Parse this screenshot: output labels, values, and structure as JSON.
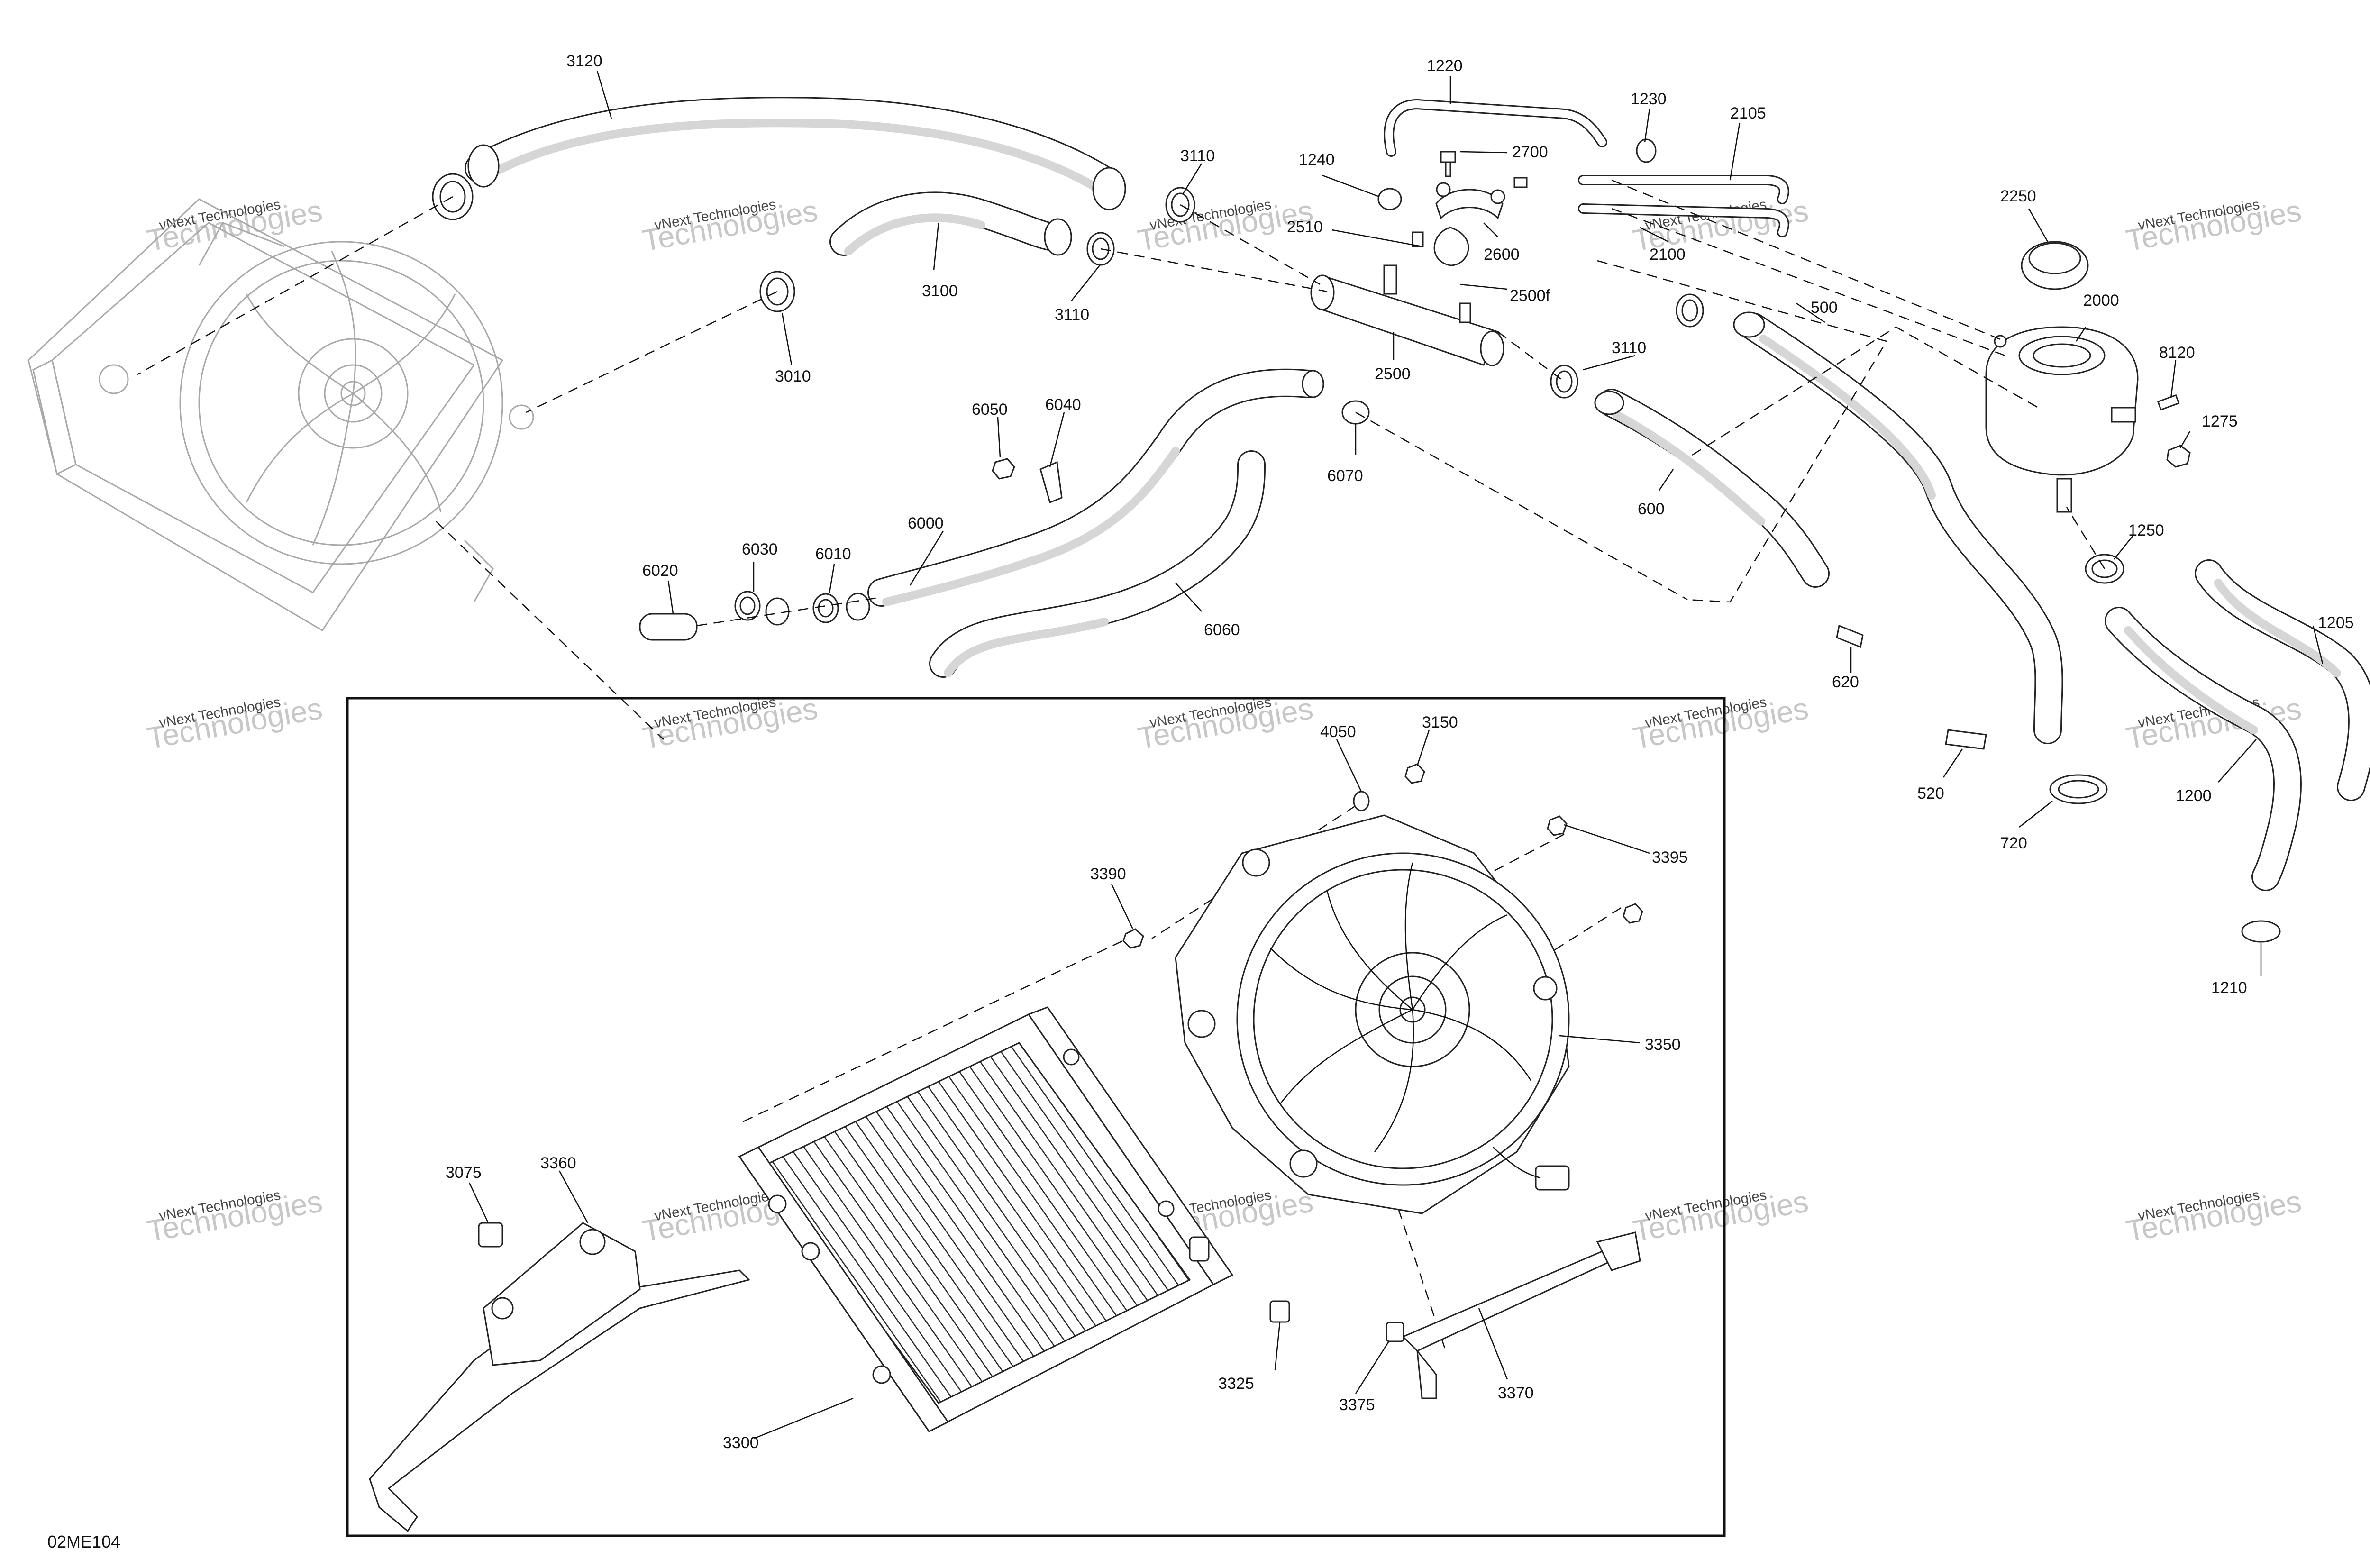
{
  "drawing_code": "02ME104",
  "watermark": {
    "big": "Technologies",
    "small": "vNext Technologies"
  },
  "parts": [
    {
      "id": "p3120",
      "label": "3120"
    },
    {
      "id": "p1220",
      "label": "1220"
    },
    {
      "id": "p1230",
      "label": "1230"
    },
    {
      "id": "p2105",
      "label": "2105"
    },
    {
      "id": "p2700",
      "label": "2700"
    },
    {
      "id": "p1240",
      "label": "1240"
    },
    {
      "id": "p3110a",
      "label": "3110"
    },
    {
      "id": "p2510",
      "label": "2510"
    },
    {
      "id": "p2600",
      "label": "2600"
    },
    {
      "id": "p2100",
      "label": "2100"
    },
    {
      "id": "p2250",
      "label": "2250"
    },
    {
      "id": "p3100",
      "label": "3100"
    },
    {
      "id": "p3110b",
      "label": "3110"
    },
    {
      "id": "p2500f",
      "label": "2500f"
    },
    {
      "id": "p500",
      "label": "500"
    },
    {
      "id": "p2000",
      "label": "2000"
    },
    {
      "id": "p3010",
      "label": "3010"
    },
    {
      "id": "p2500",
      "label": "2500"
    },
    {
      "id": "p3110c",
      "label": "3110"
    },
    {
      "id": "p8120",
      "label": "8120"
    },
    {
      "id": "p1275",
      "label": "1275"
    },
    {
      "id": "p6050",
      "label": "6050"
    },
    {
      "id": "p6040",
      "label": "6040"
    },
    {
      "id": "p6070",
      "label": "6070"
    },
    {
      "id": "p600",
      "label": "600"
    },
    {
      "id": "p6000",
      "label": "6000"
    },
    {
      "id": "p1250",
      "label": "1250"
    },
    {
      "id": "p6020",
      "label": "6020"
    },
    {
      "id": "p6030",
      "label": "6030"
    },
    {
      "id": "p6010",
      "label": "6010"
    },
    {
      "id": "p1205",
      "label": "1205"
    },
    {
      "id": "p6060",
      "label": "6060"
    },
    {
      "id": "p620",
      "label": "620"
    },
    {
      "id": "p520",
      "label": "520"
    },
    {
      "id": "p720",
      "label": "720"
    },
    {
      "id": "p1200",
      "label": "1200"
    },
    {
      "id": "p4050",
      "label": "4050"
    },
    {
      "id": "p3150",
      "label": "3150"
    },
    {
      "id": "p3395",
      "label": "3395"
    },
    {
      "id": "p3390",
      "label": "3390"
    },
    {
      "id": "p1210",
      "label": "1210"
    },
    {
      "id": "p3350",
      "label": "3350"
    },
    {
      "id": "p3075",
      "label": "3075"
    },
    {
      "id": "p3360",
      "label": "3360"
    },
    {
      "id": "p3325",
      "label": "3325"
    },
    {
      "id": "p3375",
      "label": "3375"
    },
    {
      "id": "p3370",
      "label": "3370"
    },
    {
      "id": "p3300",
      "label": "3300"
    }
  ]
}
